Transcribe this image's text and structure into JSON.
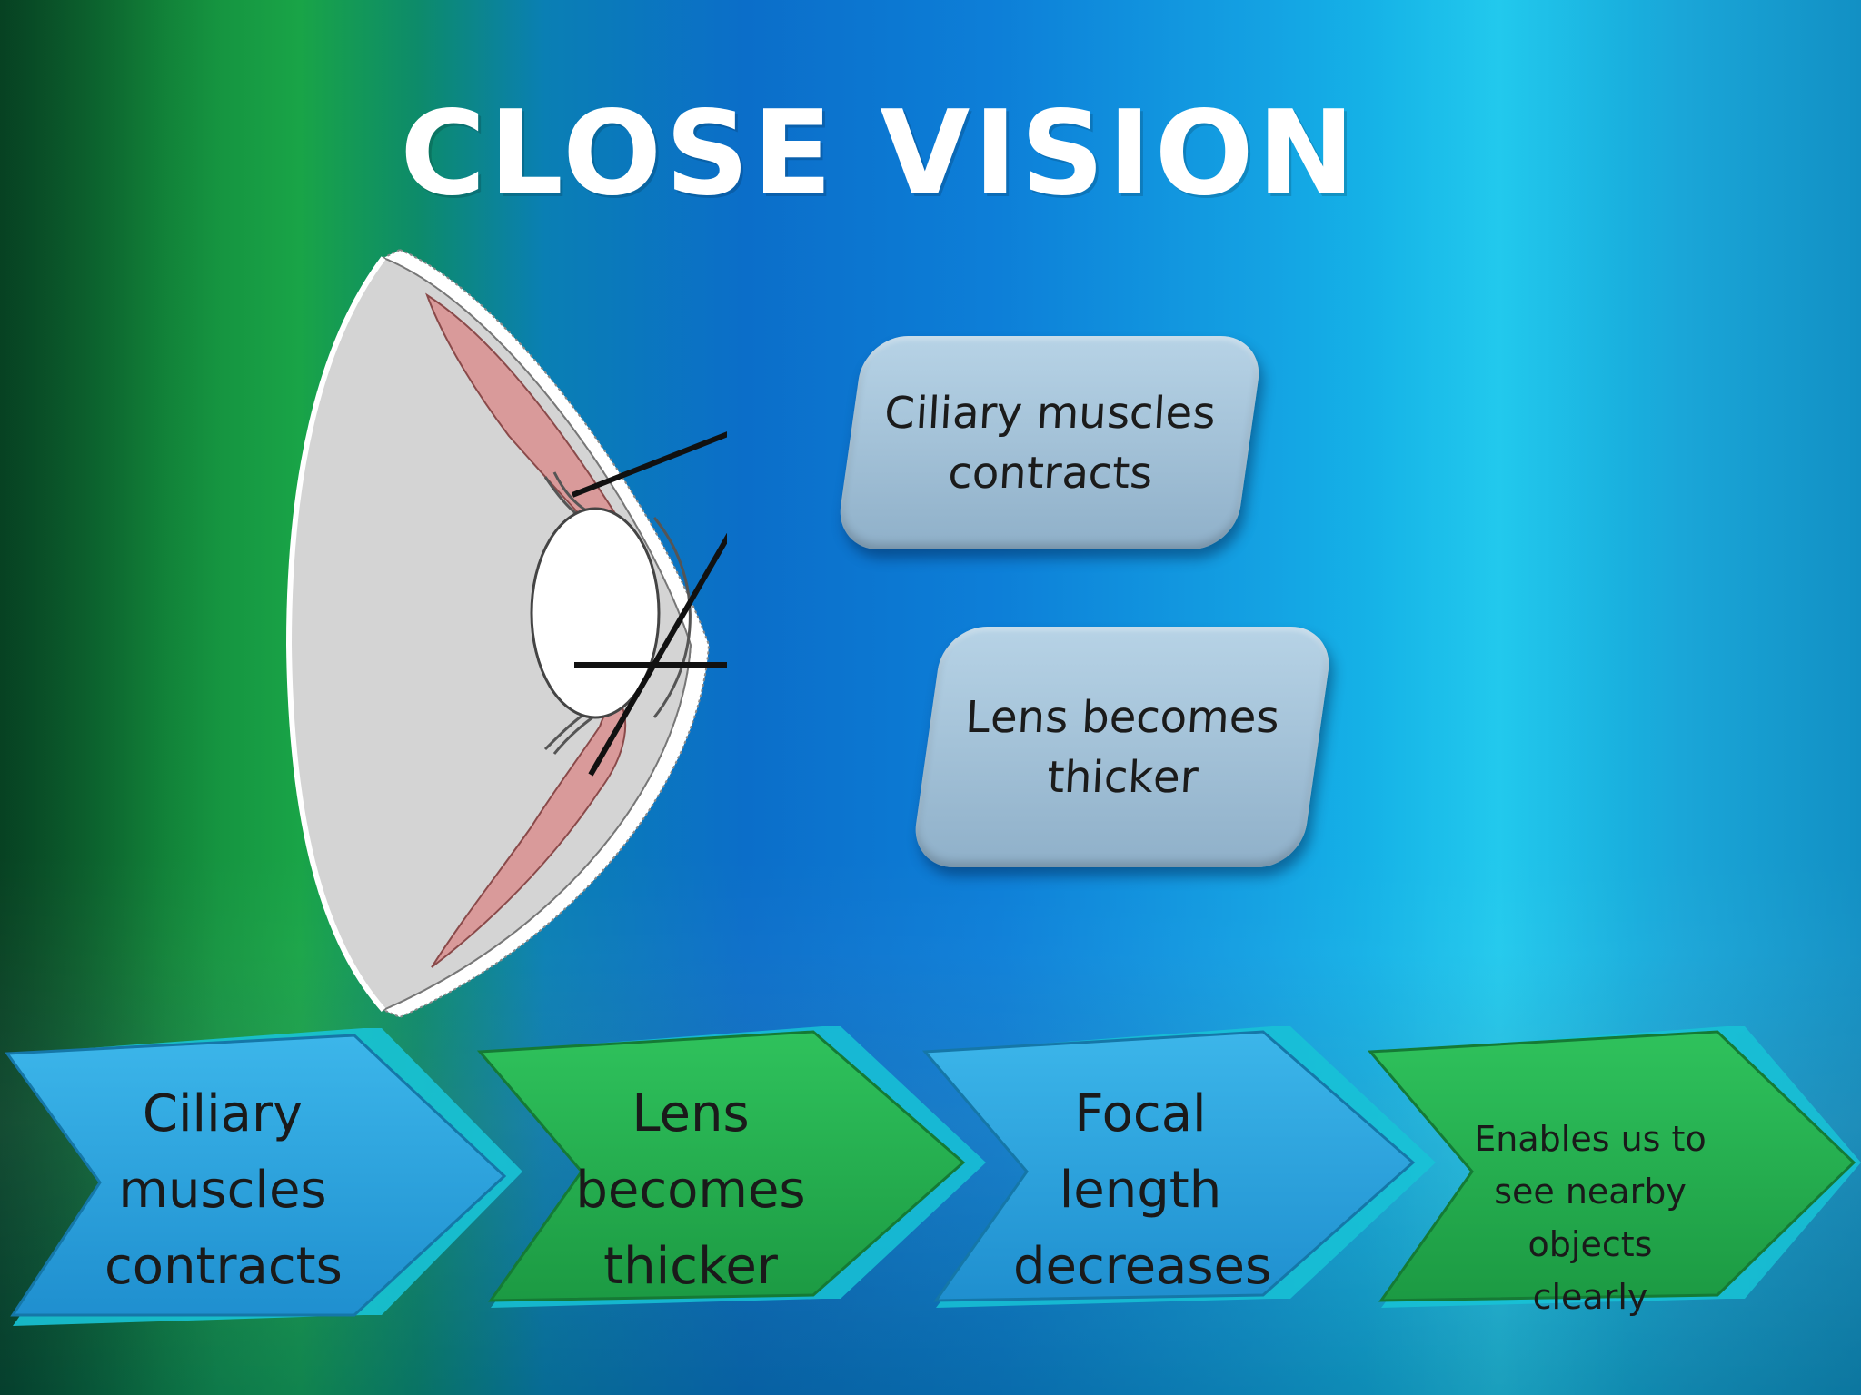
{
  "slide": {
    "title": "CLOSE VISION"
  },
  "callouts": [
    {
      "line1": "Ciliary muscles",
      "line2": "contracts"
    },
    {
      "line1": "Lens becomes",
      "line2": "thicker"
    }
  ],
  "flow_steps": [
    {
      "lines": [
        "Ciliary",
        "muscles",
        "contracts"
      ],
      "color": "#2fa8e0"
    },
    {
      "lines": [
        "Lens",
        "becomes",
        "thicker"
      ],
      "color": "#25b04f"
    },
    {
      "lines": [
        "Focal",
        "length",
        "decreases"
      ],
      "color": "#2fa8e0"
    },
    {
      "lines": [
        "Enables us to",
        "see nearby",
        "objects clearly"
      ],
      "color": "#25b04f"
    }
  ],
  "colors": {
    "title": "#ffffff",
    "callout_fill": "#a9c6db",
    "eye_fill": "#d4d4d4",
    "muscle_fill": "#d99a9a",
    "arrow_blue": "#2fa8e0",
    "arrow_green": "#25b04f"
  }
}
